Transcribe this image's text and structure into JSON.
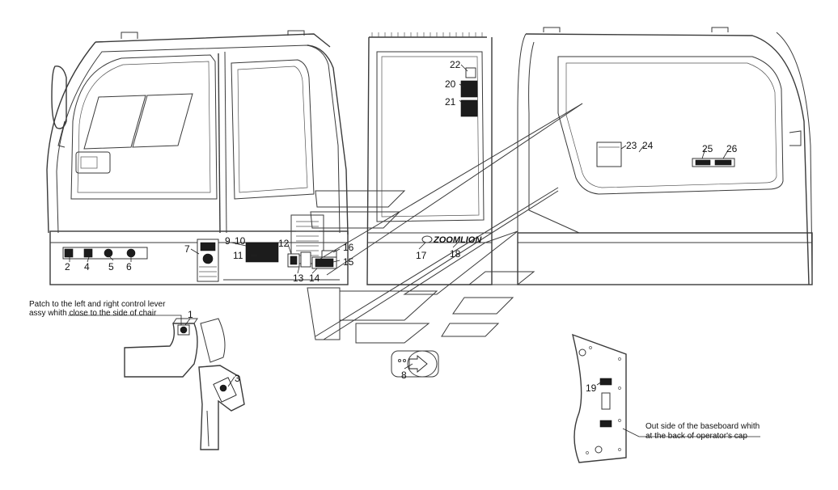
{
  "callouts": [
    "1",
    "2",
    "3",
    "4",
    "5",
    "6",
    "7",
    "8",
    "9",
    "10",
    "11",
    "12",
    "13",
    "14",
    "15",
    "16",
    "17",
    "18",
    "19",
    "20",
    "21",
    "22",
    "23",
    "24",
    "25",
    "26"
  ],
  "brand": "ZOOMLION",
  "notes": {
    "control_lever_line1": "Patch to the left and right control lever",
    "control_lever_line2": "assy whith close to the side of chair",
    "baseboard_line1": "Out side of the baseboard whith",
    "baseboard_line2": "at the back of operator's cap"
  },
  "icons": {
    "mirror": "mirror-icon",
    "logo": "zoomlion-logo-icon"
  },
  "colors": {
    "line": "#3a3a3a",
    "decal_fill": "#1c1c1c",
    "background": "#ffffff"
  }
}
